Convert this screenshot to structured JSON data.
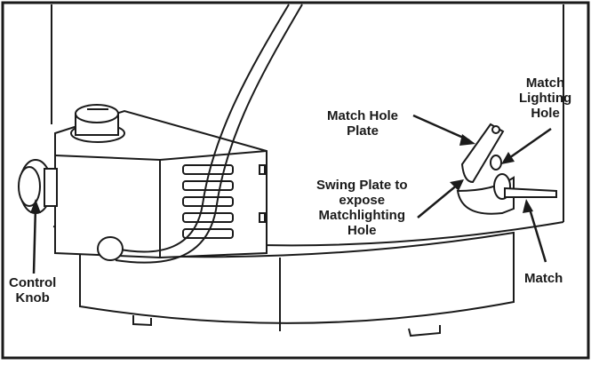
{
  "labels": {
    "control_knob": [
      "Control",
      "Knob"
    ],
    "match_hole_plate": [
      "Match Hole",
      "Plate"
    ],
    "match_lighting_hole": [
      "Match",
      "Lighting",
      "Hole"
    ],
    "swing_plate": [
      "Swing Plate to",
      "expose",
      "Matchlighting",
      "Hole"
    ],
    "match": [
      "Match"
    ]
  },
  "colors": {
    "line": "#1a1a1a",
    "fill": "#ffffff",
    "shade": "#bdbdbd"
  }
}
